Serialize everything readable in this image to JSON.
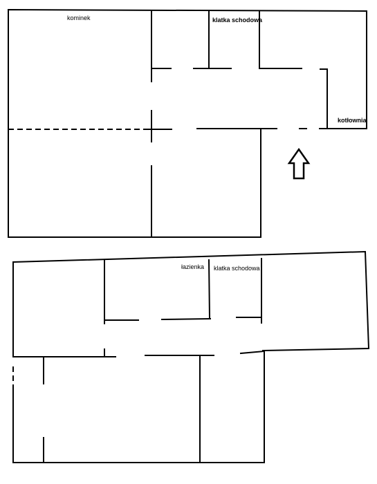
{
  "floor1": {
    "rooms": {
      "kominek": "kominek",
      "klatka_schodowa": "klatka schodowa",
      "kotlownia": "kotłownia"
    }
  },
  "floor2": {
    "rooms": {
      "lazienka": "łazienka",
      "klatka_schodowa": "klatka schodowa"
    }
  },
  "icons": {
    "entrance": "up-arrow-icon"
  }
}
